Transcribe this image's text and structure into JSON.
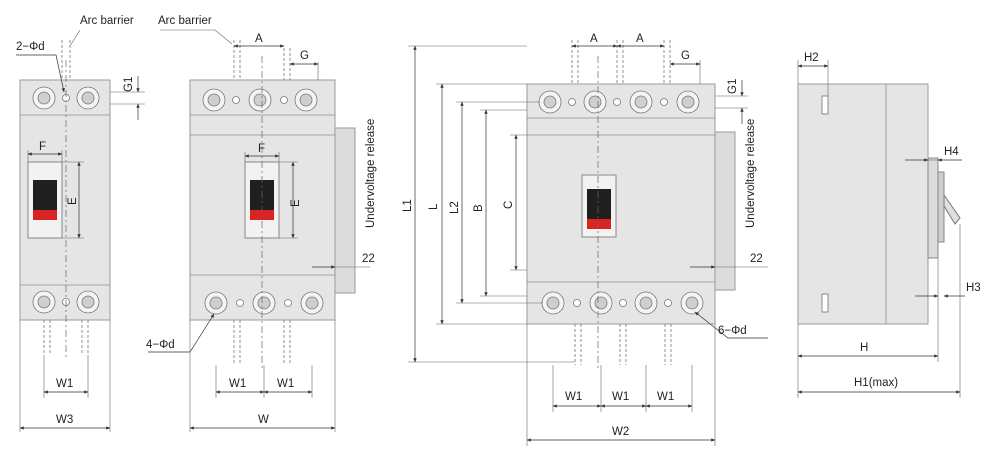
{
  "labels": {
    "arc_barrier_left": "Arc barrier",
    "arc_barrier_mid": "Arc barrier",
    "two_phi_d": "2−Φd",
    "four_phi_d": "4−Φd",
    "six_phi_d": "6−Φd",
    "undervoltage_release_1": "Undervoltage release",
    "undervoltage_release_2": "Undervoltage release"
  },
  "dimensions": {
    "A": "A",
    "G": "G",
    "G1": "G1",
    "F": "F",
    "E": "E",
    "W1": "W1",
    "W": "W",
    "W2": "W2",
    "W3": "W3",
    "L": "L",
    "L1": "L1",
    "L2": "L2",
    "B": "B",
    "C": "C",
    "n22": "22",
    "H": "H",
    "H1": "H1(max)",
    "H2": "H2",
    "H3": "H3",
    "H4": "H4"
  },
  "colors": {
    "body": "#e5e5e5",
    "handle_dark": "#1f1f1f",
    "handle_red": "#d92424",
    "line": "#333333"
  }
}
